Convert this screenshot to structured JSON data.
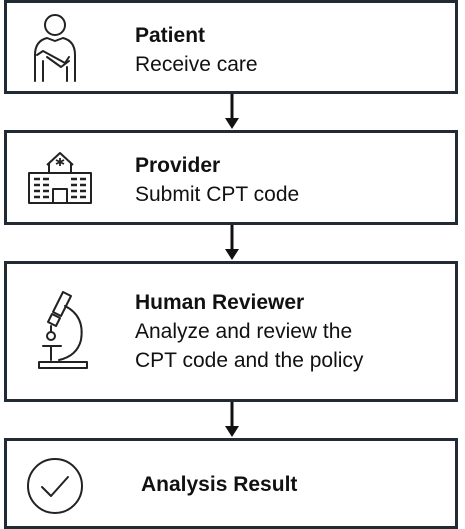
{
  "steps": [
    {
      "title": "Patient",
      "description": [
        "Receive care"
      ],
      "icon": "patient-arm-sling-icon"
    },
    {
      "title": "Provider",
      "description": [
        "Submit CPT code"
      ],
      "icon": "hospital-building-icon"
    },
    {
      "title": "Human Reviewer",
      "description": [
        "Analyze and review the",
        "CPT code and the policy"
      ],
      "icon": "microscope-icon"
    },
    {
      "title": "Analysis Result",
      "description": [],
      "icon": "checkmark-circle-icon"
    }
  ],
  "colors": {
    "border": "#222a33",
    "text": "#111111",
    "icon_stroke": "#222222"
  }
}
